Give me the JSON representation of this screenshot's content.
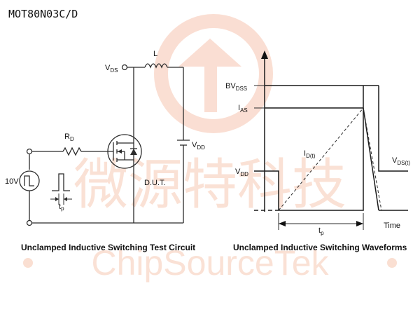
{
  "header": {
    "part_number": "MOT80N03C/D"
  },
  "watermark": {
    "cn_text": "微源特科技",
    "en_text": "ChipSourceTek",
    "color": "#f6c9b4"
  },
  "circuit": {
    "vds_label": "V",
    "vds_sub": "DS",
    "inductor_label": "L",
    "resistor_label": "R",
    "resistor_sub": "D",
    "vdd_label": "V",
    "vdd_sub": "DD",
    "source_voltage": "10V",
    "pulse_label": "t",
    "pulse_sub": "p",
    "dut_label": "D.U.T.",
    "caption": "Unclamped Inductive Switching Test Circuit"
  },
  "waveform": {
    "bv_label": "BV",
    "bv_sub": "DSS",
    "ias_label": "I",
    "ias_sub": "AS",
    "id_label": "I",
    "id_sub": "D(t)",
    "vdd_label": "V",
    "vdd_sub": "DD",
    "vds_label": "V",
    "vds_sub": "DS(t)",
    "tp_label": "t",
    "tp_sub": "p",
    "time_label": "Time",
    "caption": "Unclamped Inductive Switching Waveforms"
  }
}
